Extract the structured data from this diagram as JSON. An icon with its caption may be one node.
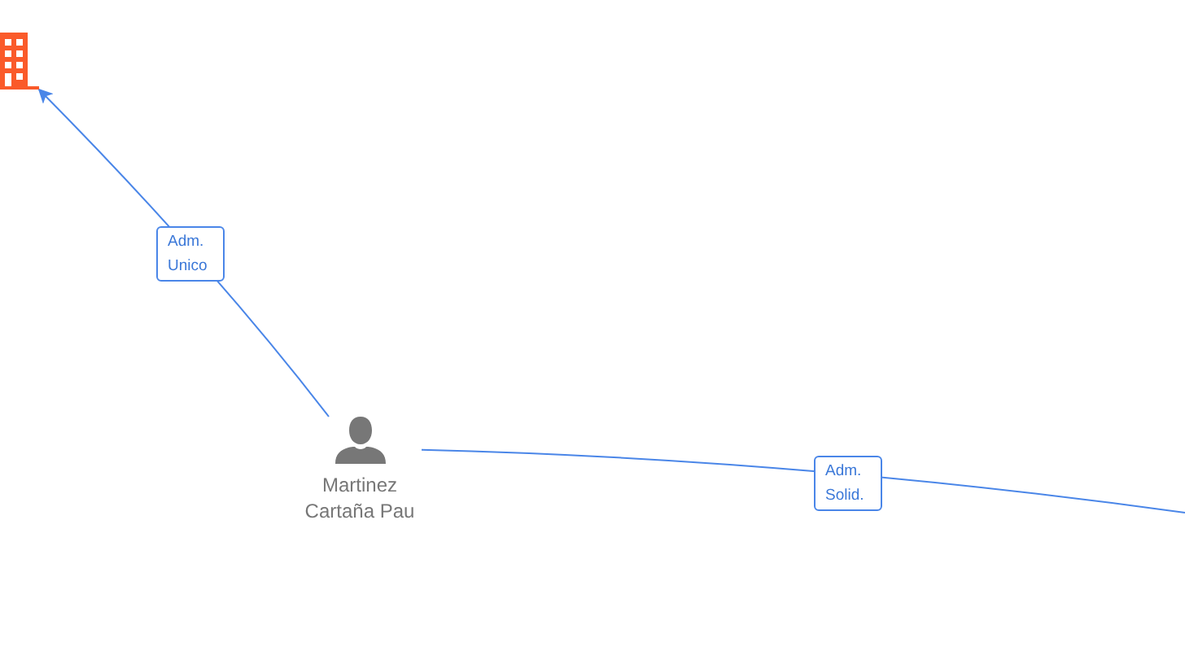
{
  "diagram": {
    "nodes": [
      {
        "text": [],
        "shape": "building"
      },
      {
        "text": [
          "Martinez Cartaña Pau"
        ]
      }
    ],
    "edges": [
      {
        "from": 1,
        "to": 0,
        "arrow": "to",
        "label": "Adm. Unico"
      },
      {
        "from": 1,
        "to": null,
        "arrow": "none",
        "label": "Adm. Solid."
      }
    ]
  }
}
